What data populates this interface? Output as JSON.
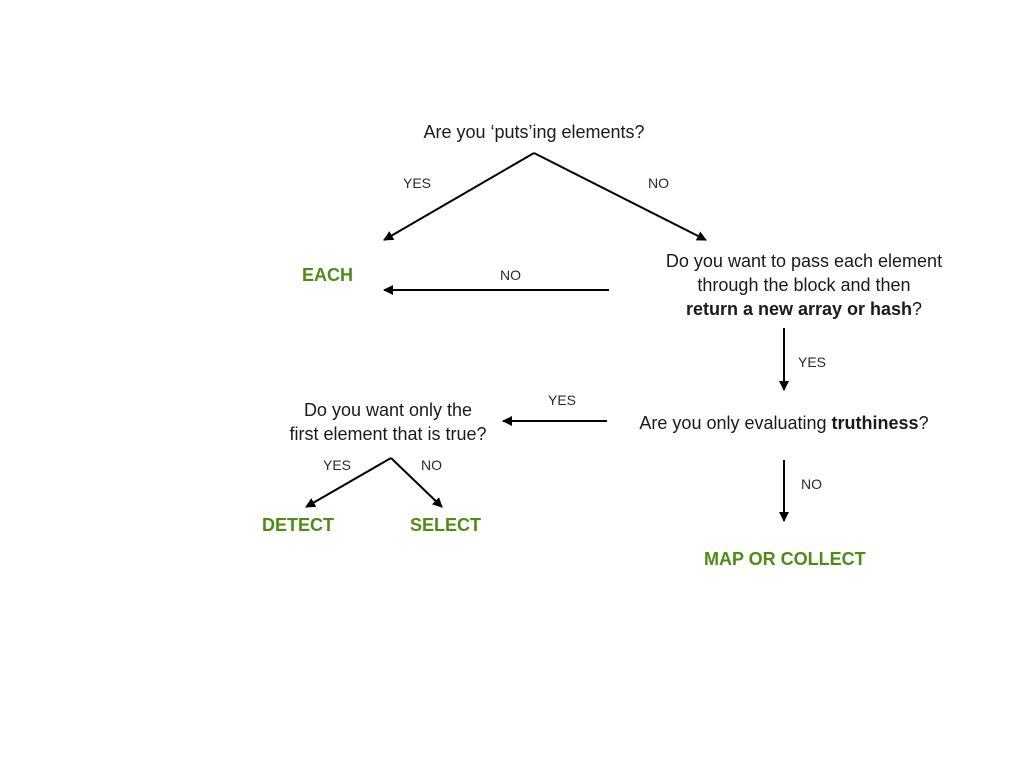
{
  "questions": {
    "q1": "Are you ‘puts’ing elements?",
    "q2": {
      "line1": "Do you want to pass each element",
      "line2": "through the block and then",
      "line3_bold": "return a new array or hash",
      "line3_end": "?"
    },
    "q3": {
      "prefix": "Are you only evaluating ",
      "bold": "truthiness",
      "suffix": "?"
    },
    "q4": {
      "line1": "Do you want only the",
      "line2": "first element that is true?"
    }
  },
  "edges": {
    "q1_yes": "YES",
    "q1_no": "NO",
    "q2_no": "NO",
    "q2_yes": "YES",
    "q3_yes": "YES",
    "q3_no": "NO",
    "q4_yes": "YES",
    "q4_no": "NO"
  },
  "outcomes": {
    "each": "EACH",
    "detect": "DETECT",
    "select": "SELECT",
    "map_or_collect": "MAP OR COLLECT"
  },
  "colors": {
    "outcome": "#4e8c16",
    "text": "#1a1a1a",
    "arrow": "#000000"
  }
}
